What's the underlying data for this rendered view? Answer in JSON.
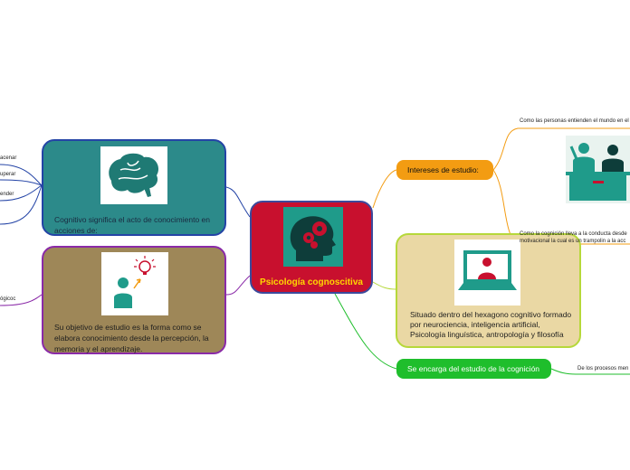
{
  "central": {
    "title": "Psicología cognoscitiva"
  },
  "cognitivo": {
    "text": "Cognitivo significa el acto de conocimiento en acciones de:"
  },
  "objetivo": {
    "text": "Su objetivo de estudio es la forma como se elabora conocimiento desde la percepción, la memoria y  el aprendizaje."
  },
  "hexagono": {
    "text": "Situado dentro del hexagono cognitivo formado por neurociencia, inteligencia artificial, Psicología linguística, antropología y filosofía"
  },
  "intereses": {
    "label": "Intereses de estudio:"
  },
  "encarga": {
    "label": "Se encarga del estudio de la cognición"
  },
  "right_notes": [
    "Como las personas entienden el mundo en el",
    "Como la cognición lleva  a la conducta desde",
    "motivacional la cual es un trampolin a la acc",
    "De los procesos men"
  ],
  "left_notes": [
    "acenar",
    "uperar",
    "ender",
    "ógicoc"
  ],
  "colors": {
    "central": "#c8102e",
    "cognitivo": "#2c8a8a",
    "objetivo": "#9e8758",
    "hexagono": "#ead8a4",
    "intereses": "#f39c12",
    "encarga": "#1fbe2c",
    "icon_teal": "#1f9b8a",
    "icon_red": "#c8102e"
  },
  "icons": [
    "head-gears-icon",
    "brain-icon",
    "idea-person-icon",
    "computer-user-icon",
    "teacher-student-icon"
  ]
}
